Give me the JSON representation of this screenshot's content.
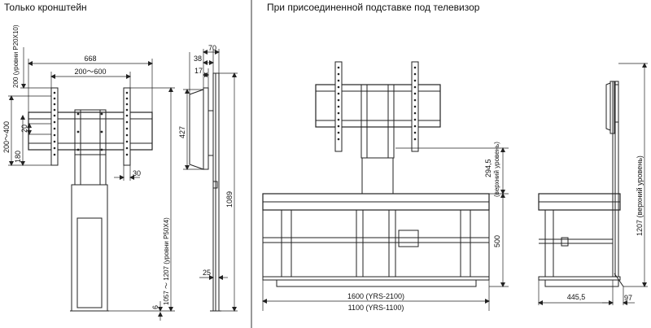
{
  "captions": {
    "left": "Только кронштейн",
    "right": "При присоединенной подставке под телевизор"
  },
  "dims": {
    "w668": "668",
    "w200_600": "200～600",
    "h200_p20": "200 (уровни P20X10)",
    "h200_400": "200～400",
    "h180": "180",
    "h20": "20",
    "w30": "30",
    "h1057_1207": "1057 ～ 1207 (уровни P50X4)",
    "w70": "70",
    "w38": "38",
    "w17": "17",
    "h427": "427",
    "h1089": "1089",
    "w25": "25",
    "h6": "6",
    "h294_5": "294,5",
    "top_level_1": "(верхний уровень)",
    "h500": "500",
    "w1600": "1600 (YRS-2100)",
    "w1100": "1100 (YRS-1100)",
    "h1207": "1207 (верхний уровень)",
    "w445_5": "445,5",
    "w97": "97"
  }
}
